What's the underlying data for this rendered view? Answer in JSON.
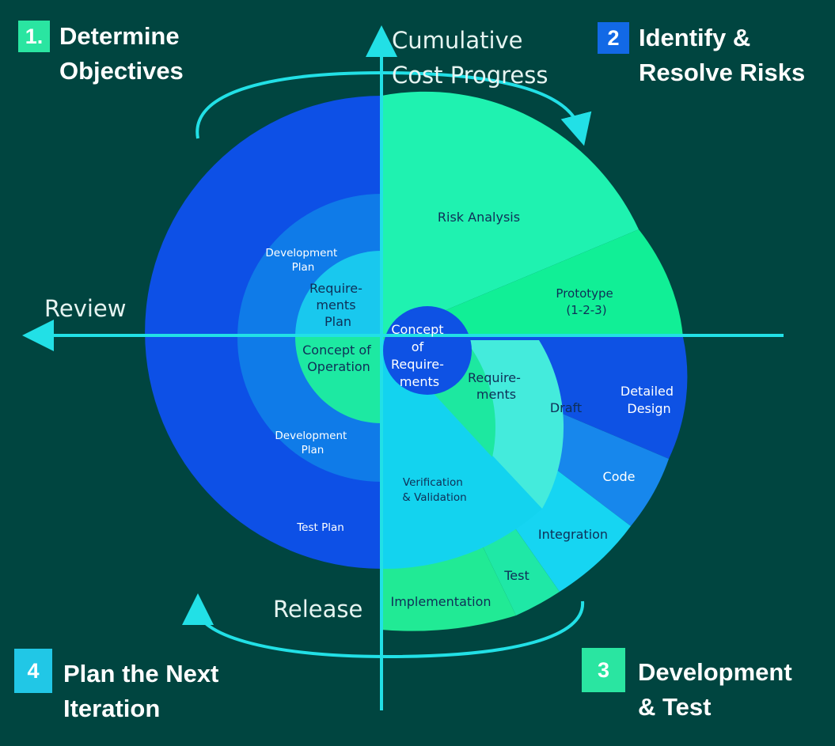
{
  "colors": {
    "background": "#004540",
    "axis": "#22e0e6",
    "outer_blue": "#0d50e6",
    "mid_blue": "#0f7be8",
    "inner_cyan": "#19c8ee",
    "risk_green": "#1ff2b0",
    "prototype_green": "#11ef96",
    "requirements_green": "#1de8a0",
    "draft_teal": "#44ebdc",
    "verification_cyan": "#13d3ef",
    "integration_cyan": "#16d5f2",
    "code_blue": "#1787ec",
    "detailed_design_blue": "#0e52e4",
    "implementation_green": "#21ea95",
    "test_green": "#1fe8a6",
    "badge_green": "#2ae5a1",
    "badge_blue": "#1269e6",
    "badge_cyan": "#21c7e6"
  },
  "quadrants": [
    {
      "number": "1.",
      "title_lines": [
        "Determine",
        "Objectives"
      ]
    },
    {
      "number": "2",
      "title_lines": [
        "Identify &",
        "Resolve Risks"
      ]
    },
    {
      "number": "3",
      "title_lines": [
        "Development",
        "& Test"
      ]
    },
    {
      "number": "4",
      "title_lines": [
        "Plan the Next",
        "Iteration"
      ]
    }
  ],
  "axes": {
    "vertical_lines": [
      "Cumulative",
      "Cost Progress"
    ],
    "horizontal": "Review",
    "bottom": "Release"
  },
  "segments": {
    "development_plan_top": [
      "Development",
      "Plan"
    ],
    "requirements_plan": [
      "Require-",
      "ments",
      "Plan"
    ],
    "concept_of_operation": [
      "Concept of",
      "Operation"
    ],
    "development_plan_bottom": [
      "Development",
      "Plan"
    ],
    "test_plan": "Test Plan",
    "risk_analysis": "Risk Analysis",
    "prototype": [
      "Prototype",
      "(1-2-3)"
    ],
    "concept_of_requirements": [
      "Concept",
      "of",
      "Require-",
      "ments"
    ],
    "requirements": [
      "Require-",
      "ments"
    ],
    "draft": "Draft",
    "detailed_design": [
      "Detailed",
      "Design"
    ],
    "code": "Code",
    "verification_validation": [
      "Verification",
      "& Validation"
    ],
    "integration": "Integration",
    "test": "Test",
    "implementation": "Implementation"
  }
}
